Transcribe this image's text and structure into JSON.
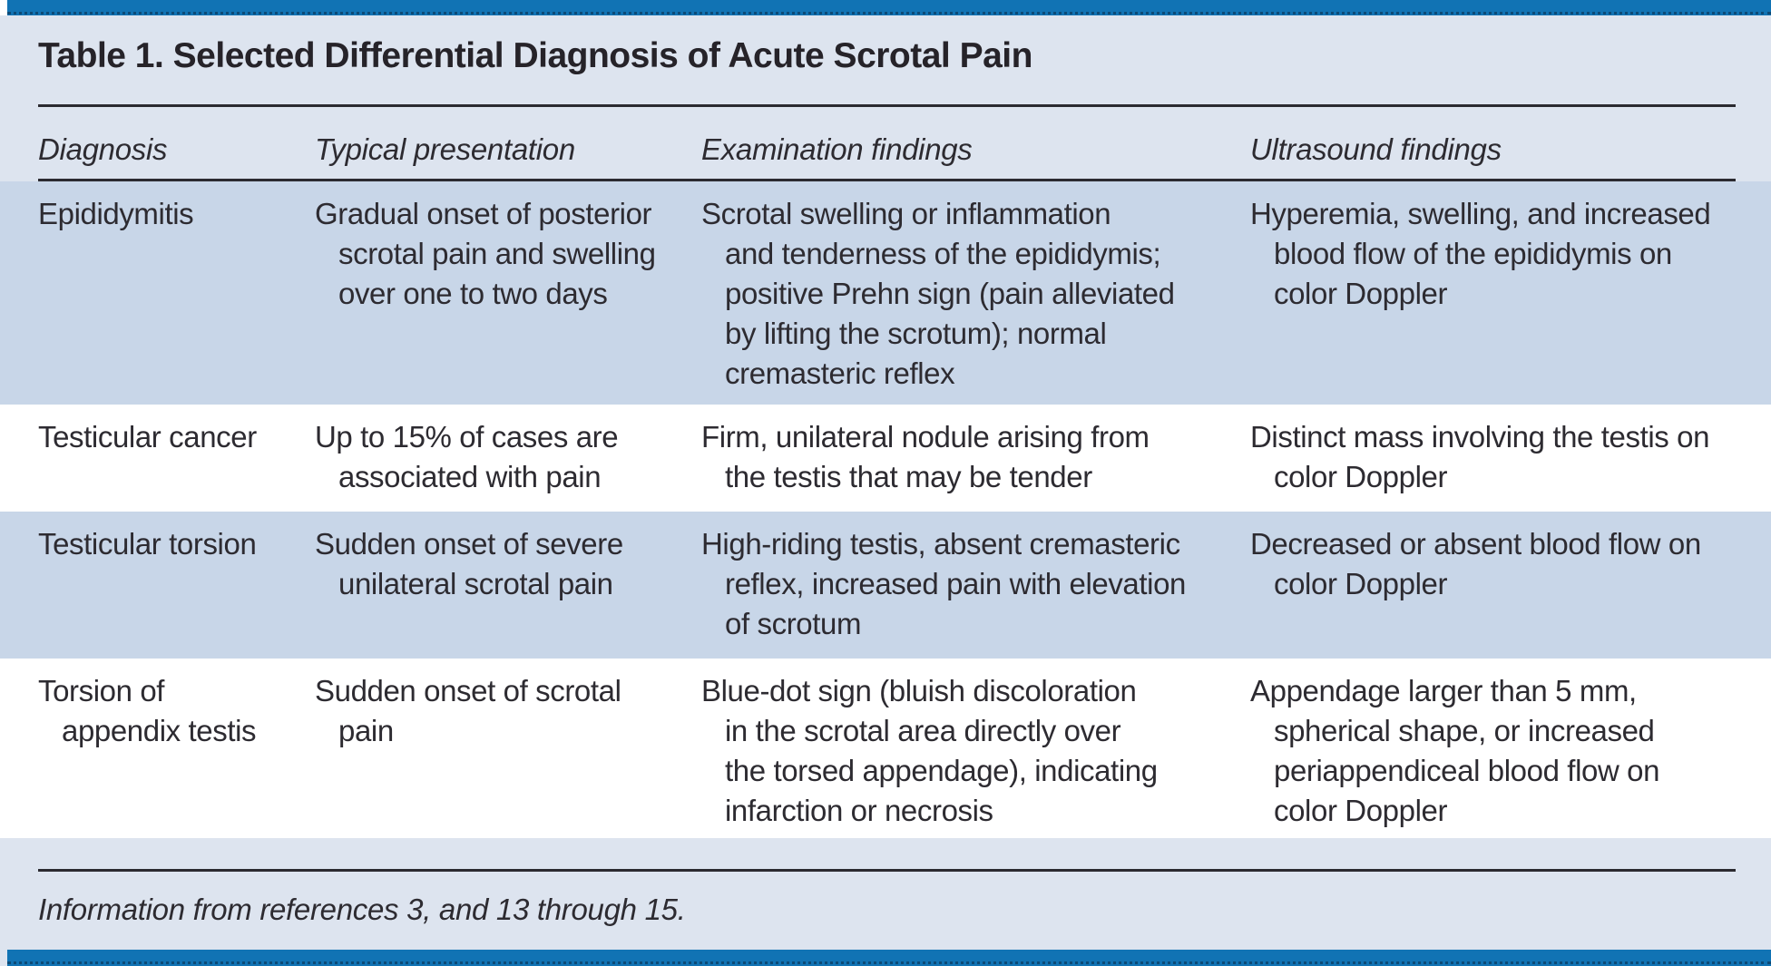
{
  "page": {
    "title": "Table 1. Selected Differential Diagnosis of Acute Scrotal Pain",
    "footnote": "Information from references 3, and 13 through 15.",
    "colors": {
      "bar_blue": "#1173b4",
      "page_background": "#dde4ef",
      "shaded_row": "#c8d6e8",
      "text": "#2d2b31",
      "rule": "#2b2a30"
    }
  },
  "table": {
    "columns": [
      "Diagnosis",
      "Typical presentation",
      "Examination findings",
      "Ultrasound findings"
    ],
    "rows": [
      {
        "shaded": true,
        "min_height": 246,
        "diagnosis": "Epididymitis",
        "typical_presentation": "Gradual onset of posterior scrotal pain and swelling over one to two days",
        "examination_findings": "Scrotal swelling or inflammation and tenderness of the epididymis; positive Prehn sign (pain alleviated by lifting the scrotum); normal cremasteric reflex",
        "ultrasound_findings": "Hyperemia, swelling, and increased blood flow of the epididymis on color Doppler",
        "cells_lines": [
          [
            "Epididymitis"
          ],
          [
            "Gradual onset of posterior",
            "scrotal pain and swelling",
            "over one to two days"
          ],
          [
            "Scrotal swelling or inflammation",
            "and tenderness of the epididymis;",
            "positive Prehn sign (pain alleviated",
            "by lifting the scrotum); normal",
            "cremasteric reflex"
          ],
          [
            "Hyperemia, swelling, and increased",
            "blood flow of the epididymis on",
            "color Doppler"
          ]
        ]
      },
      {
        "shaded": false,
        "min_height": 118,
        "diagnosis": "Testicular cancer",
        "typical_presentation": "Up to 15% of cases are associated with pain",
        "examination_findings": "Firm, unilateral nodule arising from the testis that may be tender",
        "ultrasound_findings": "Distinct mass involving the testis on color Doppler",
        "cells_lines": [
          [
            "Testicular cancer"
          ],
          [
            "Up to 15% of cases are",
            "associated with pain"
          ],
          [
            "Firm, unilateral nodule arising from",
            "the testis that may be tender"
          ],
          [
            "Distinct mass involving the testis on",
            "color Doppler"
          ]
        ]
      },
      {
        "shaded": true,
        "min_height": 162,
        "diagnosis": "Testicular torsion",
        "typical_presentation": "Sudden onset of severe unilateral scrotal pain",
        "examination_findings": "High-riding testis, absent cremasteric reflex, increased pain with elevation of scrotum",
        "ultrasound_findings": "Decreased or absent blood flow on color Doppler",
        "cells_lines": [
          [
            "Testicular torsion"
          ],
          [
            "Sudden onset of severe",
            "unilateral scrotal pain"
          ],
          [
            "High-riding testis, absent cremasteric",
            "reflex, increased pain with elevation",
            "of scrotum"
          ],
          [
            "Decreased or absent blood flow on",
            "color Doppler"
          ]
        ]
      },
      {
        "shaded": false,
        "min_height": 198,
        "diagnosis": "Torsion of appendix testis",
        "typical_presentation": "Sudden onset of scrotal pain",
        "examination_findings": "Blue-dot sign (bluish discoloration in the scrotal area directly over the torsed appendage), indicating infarction or necrosis",
        "ultrasound_findings": "Appendage larger than 5 mm, spherical shape, or increased periappendiceal blood flow on color Doppler",
        "cells_lines": [
          [
            "Torsion of",
            "appendix testis"
          ],
          [
            "Sudden onset of scrotal",
            "pain"
          ],
          [
            "Blue-dot sign (bluish discoloration",
            "in the scrotal area directly over",
            "the torsed appendage), indicating",
            "infarction or necrosis"
          ],
          [
            "Appendage larger than 5 mm,",
            "spherical shape, or increased",
            "periappendiceal blood flow on",
            "color Doppler"
          ]
        ]
      }
    ]
  }
}
